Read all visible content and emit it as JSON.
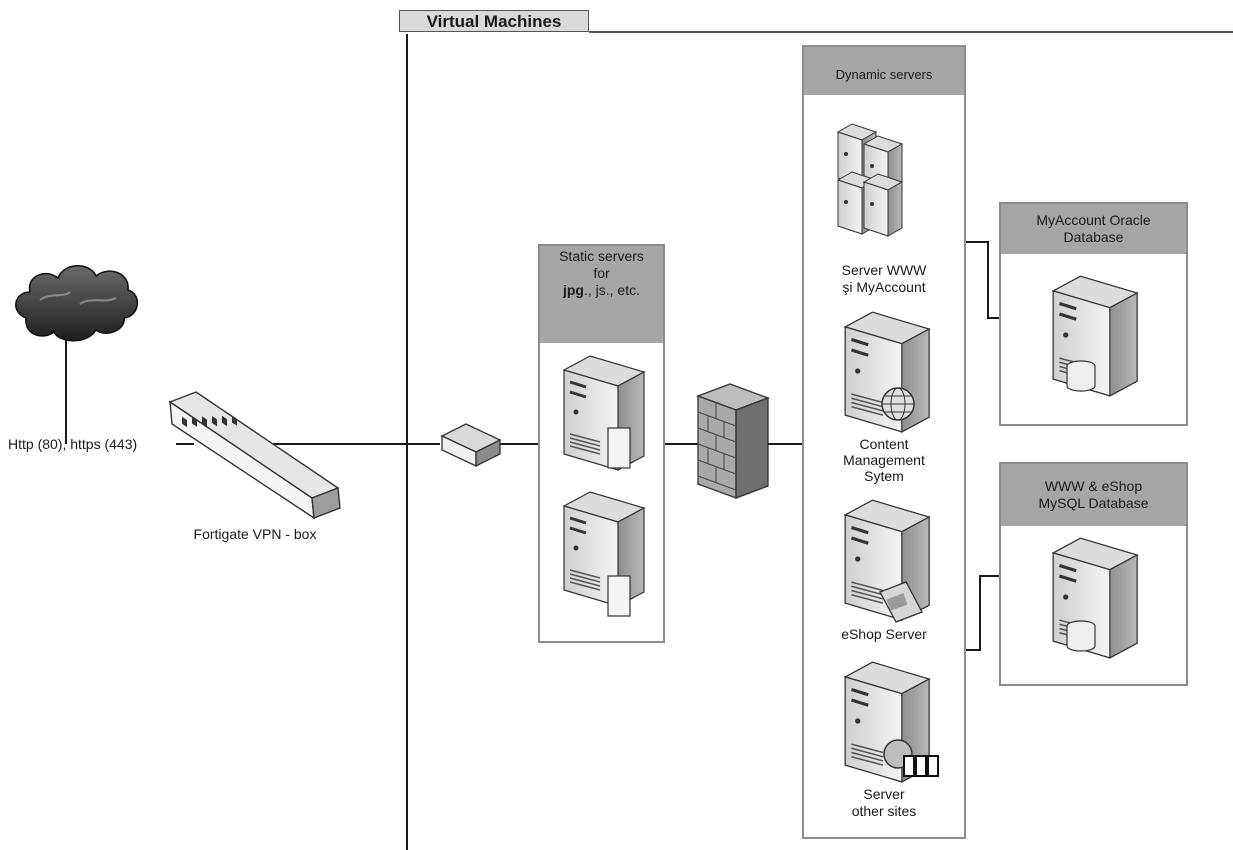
{
  "title": "Virtual Machines",
  "internet": {
    "ports_label": "Http (80), https (443)"
  },
  "firewall_box": {
    "label": "Fortigate VPN - box"
  },
  "static_servers": {
    "header_line1": "Static servers",
    "header_line2": "for",
    "header_line3_bold": "jpg",
    "header_line3_rest": "., js., etc."
  },
  "dynamic_servers": {
    "header": "Dynamic servers",
    "servers": [
      {
        "line1": "Server WWW",
        "line2": "şi MyAccount"
      },
      {
        "line1": "Content",
        "line2": "Management",
        "line3": "Sytem"
      },
      {
        "line1": "eShop Server"
      },
      {
        "line1": "Server",
        "line2": "other sites"
      }
    ]
  },
  "databases": [
    {
      "line1": "MyAccount Oracle",
      "line2": "Database"
    },
    {
      "line1": "WWW & eShop",
      "line2": "MySQL Database"
    }
  ],
  "colors": {
    "panel_header": "#a6a6a6",
    "border": "#8c8c8c",
    "server_body": "#e9e9e9",
    "server_shadow": "#9a9a9a",
    "cloud": "#2a2a2a"
  }
}
